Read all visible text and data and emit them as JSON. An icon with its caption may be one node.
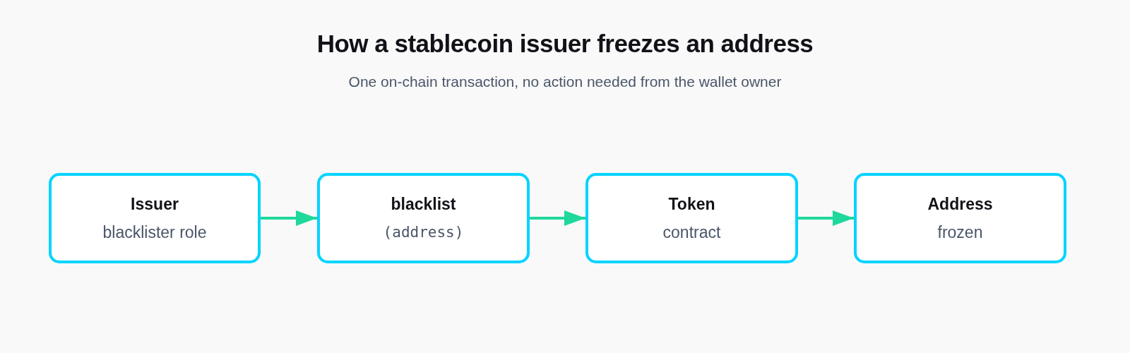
{
  "diagram": {
    "title": "How a stablecoin issuer freezes an address",
    "caption": "One on-chain transaction, no action needed from the wallet owner",
    "nodes": [
      {
        "text": [
          "Issuer",
          "blacklister role"
        ]
      },
      {
        "text": [
          "blacklist",
          "(address)"
        ]
      },
      {
        "text": [
          "Token",
          "contract"
        ]
      },
      {
        "text": [
          "Address",
          "frozen"
        ]
      }
    ],
    "edges": [
      {
        "from": 0,
        "to": 1,
        "arrow": "to"
      },
      {
        "from": 1,
        "to": 2,
        "arrow": "to"
      },
      {
        "from": 2,
        "to": 3,
        "arrow": "to"
      }
    ]
  }
}
